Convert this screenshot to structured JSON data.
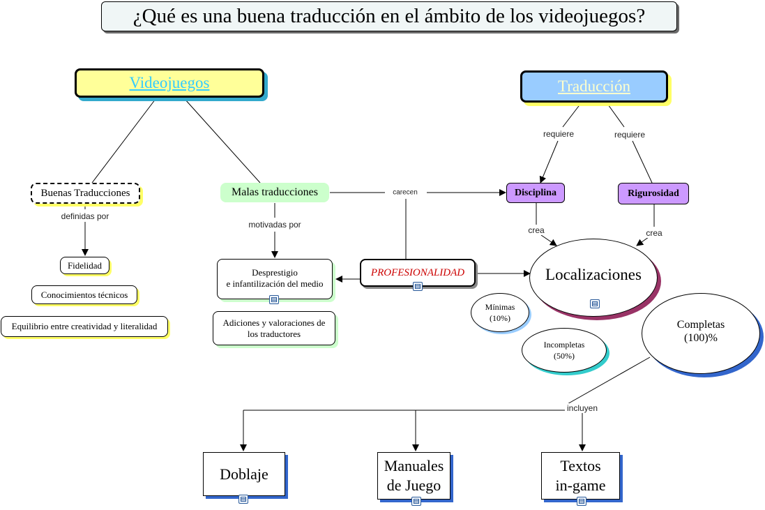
{
  "title": "¿Qué es una buena traducción en el ámbito de los videojuegos?",
  "nodes": {
    "videojuegos": "Videojuegos",
    "traduccion": "Traducción",
    "buenas": "Buenas Traducciones",
    "malas": "Malas traducciones",
    "disciplina": "Disciplina",
    "rigurosidad": "Rigurosidad",
    "fidelidad": "Fidelidad",
    "conocimientos": "Conocimientos técnicos",
    "equilibrio": "Equilibrio entre creatividad y literalidad",
    "desprestigio_1": "Desprestigio",
    "desprestigio_2": "e infantilización del medio",
    "adiciones_1": "Adiciones y valoraciones de",
    "adiciones_2": "los traductores",
    "profesionalidad": "PROFESIONALIDAD",
    "localizaciones": "Localizaciones",
    "minimas_1": "Mínimas",
    "minimas_2": "(10%)",
    "incompletas_1": "Incompletas",
    "incompletas_2": "(50%)",
    "completas_1": "Completas",
    "completas_2": "(100)%",
    "doblaje": "Doblaje",
    "manuales_1": "Manuales",
    "manuales_2": "de Juego",
    "textos_1": "Textos",
    "textos_2": "in-game"
  },
  "links": {
    "requiere_1": "requiere",
    "requiere_2": "requiere",
    "definidas": "definidas por",
    "motivadas": "motivadas por",
    "carecen": "carecen",
    "crea_1": "crea",
    "crea_2": "crea",
    "incluyen": "incluyen"
  },
  "colors": {
    "yellow_fill": "#ffff99",
    "blue_fill": "#99ccff",
    "green_fill": "#ccffcc",
    "purple_fill": "#cc99ff",
    "link_text": "#33ccff",
    "link_text_light": "#ffffcc",
    "accent_red": "#cc0000",
    "shadow_yellow": "#ffff66",
    "shadow_green": "#ccffcc",
    "shadow_maroon": "#993366",
    "shadow_blue": "#3366cc",
    "shadow_cyan": "#33cccc"
  }
}
